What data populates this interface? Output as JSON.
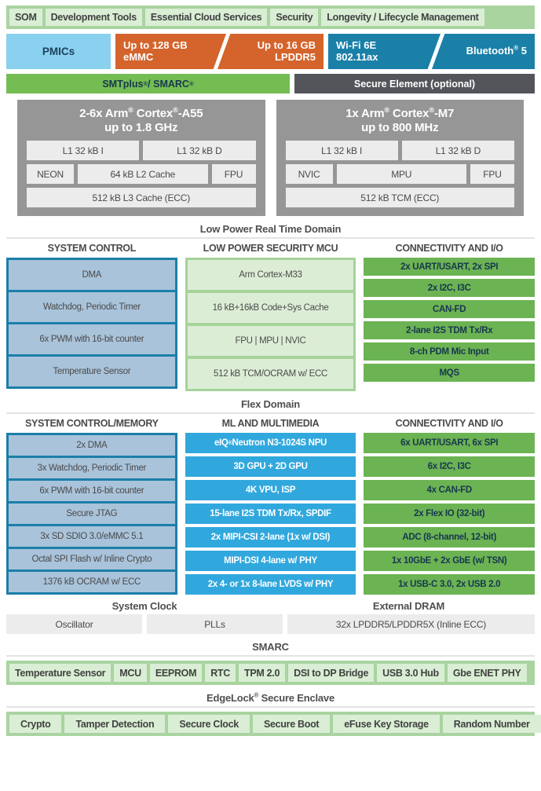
{
  "som_band": {
    "items": [
      {
        "label": "SOM"
      },
      {
        "label": "Development Tools"
      },
      {
        "label": "Essential Cloud Services"
      },
      {
        "label": "Security"
      },
      {
        "label": "Longevity / Lifecycle Management"
      }
    ]
  },
  "memory_band": {
    "pmic": "PMICs",
    "emmc_left": "Up to 128 GB\neMMC",
    "emmc_right": "Up to 16 GB\nLPDDR5",
    "wifi_left": "Wi-Fi 6E\n802.11ax",
    "wifi_right": "Bluetooth® 5"
  },
  "smarc_band": {
    "smtplus": "SMTplus® / SMARC®",
    "secure_element": "Secure Element (optional)"
  },
  "cores": [
    {
      "title": "2-6x Arm® Cortex®-A55\nup to 1.8 GHz",
      "rows": [
        [
          "L1 32 kB I",
          "L1 32 kB D"
        ],
        [
          "NEON",
          "64 kB L2 Cache",
          "FPU"
        ],
        [
          "512 kB L3 Cache (ECC)"
        ]
      ]
    },
    {
      "title": "1x Arm® Cortex®-M7\nup to 800 MHz",
      "rows": [
        [
          "L1 32 kB I",
          "L1 32 kB D"
        ],
        [
          "NVIC",
          "MPU",
          "FPU"
        ],
        [
          "512 kB TCM (ECC)"
        ]
      ]
    }
  ],
  "lp_domain": {
    "title": "Low Power Real Time Domain",
    "columns": [
      {
        "head": "SYSTEM CONTROL",
        "style": "panel-blue",
        "items": [
          "DMA",
          "Watchdog, Periodic Timer",
          "6x PWM with 16-bit counter",
          "Temperature Sensor"
        ]
      },
      {
        "head": "LOW POWER SECURITY MCU",
        "style": "panel-green",
        "items": [
          "Arm Cortex-M33",
          "16 kB+16kB Code+Sys Cache",
          "FPU | MPU | NVIC",
          "512 kB TCM/OCRAM w/ ECC"
        ]
      },
      {
        "head": "CONNECTIVITY AND I/O",
        "style": "stack-green",
        "items": [
          "2x UART/USART, 2x SPI",
          "2x I2C, I3C",
          "CAN-FD",
          "2-lane I2S TDM Tx/Rx",
          "8-ch PDM Mic Input",
          "MQS"
        ]
      }
    ]
  },
  "flex_domain": {
    "title": "Flex Domain",
    "columns": [
      {
        "head": "SYSTEM CONTROL/MEMORY",
        "style": "panel-blue",
        "items": [
          "2x DMA",
          "3x Watchdog, Periodic Timer",
          "6x PWM with 16-bit counter",
          "Secure JTAG",
          "3x SD SDIO 3.0/eMMC 5.1",
          "Octal SPI Flash w/ Inline Crypto",
          "1376 kB OCRAM w/ ECC"
        ]
      },
      {
        "head": "ML AND MULTIMEDIA",
        "style": "stack-blue",
        "items": [
          "eIQ® Neutron N3-1024S NPU",
          "3D GPU + 2D GPU",
          "4K VPU, ISP",
          "15-lane I2S TDM Tx/Rx, SPDIF",
          "2x MIPI-CSI 2-lane (1x w/ DSI)",
          "MIPI-DSI 4-lane w/ PHY",
          "2x 4- or 1x 8-lane LVDS w/ PHY"
        ]
      },
      {
        "head": "CONNECTIVITY AND I/O",
        "style": "stack-green",
        "items": [
          "6x UART/USART, 6x SPI",
          "6x I2C, I3C",
          "4x CAN-FD",
          "2x Flex IO (32-bit)",
          "ADC (8-channel, 12-bit)",
          "1x 10GbE + 2x GbE (w/ TSN)",
          "1x USB-C 3.0, 2x USB 2.0"
        ]
      }
    ]
  },
  "clock_dram": {
    "system_clock_head": "System Clock",
    "external_dram_head": "External DRAM",
    "boxes": [
      "Oscillator",
      "PLLs",
      "32x LPDDR5/LPDDR5X (Inline ECC)"
    ]
  },
  "smarc_section": {
    "title": "SMARC",
    "chips": [
      "Temperature Sensor",
      "MCU",
      "EEPROM",
      "RTC",
      "TPM 2.0",
      "DSI to DP Bridge",
      "USB 3.0 Hub",
      "Gbe ENET PHY"
    ]
  },
  "edgelock_section": {
    "title": "EdgeLock® Secure Enclave",
    "chips": [
      "Crypto",
      "Tamper Detection",
      "Secure Clock",
      "Secure Boot",
      "eFuse Key Storage",
      "Random Number"
    ]
  },
  "colors": {
    "band_green": "#a9d4a0",
    "chip_green": "#d9eed4",
    "pmic_blue": "#8ad1ef",
    "emmc_orange": "#d4642c",
    "wifi_blue": "#1a80a8",
    "smtplus_green": "#74bd53",
    "secure_gray": "#53555a",
    "core_gray": "#969696",
    "panel_blue_border": "#1b7fa8",
    "panel_blue_fill": "#a9c3da",
    "panel_green_border": "#a5d39a",
    "panel_green_fill": "#dcedd6",
    "item_green": "#6cb353",
    "item_blue": "#31a8dd",
    "gray_box": "#ececec"
  }
}
